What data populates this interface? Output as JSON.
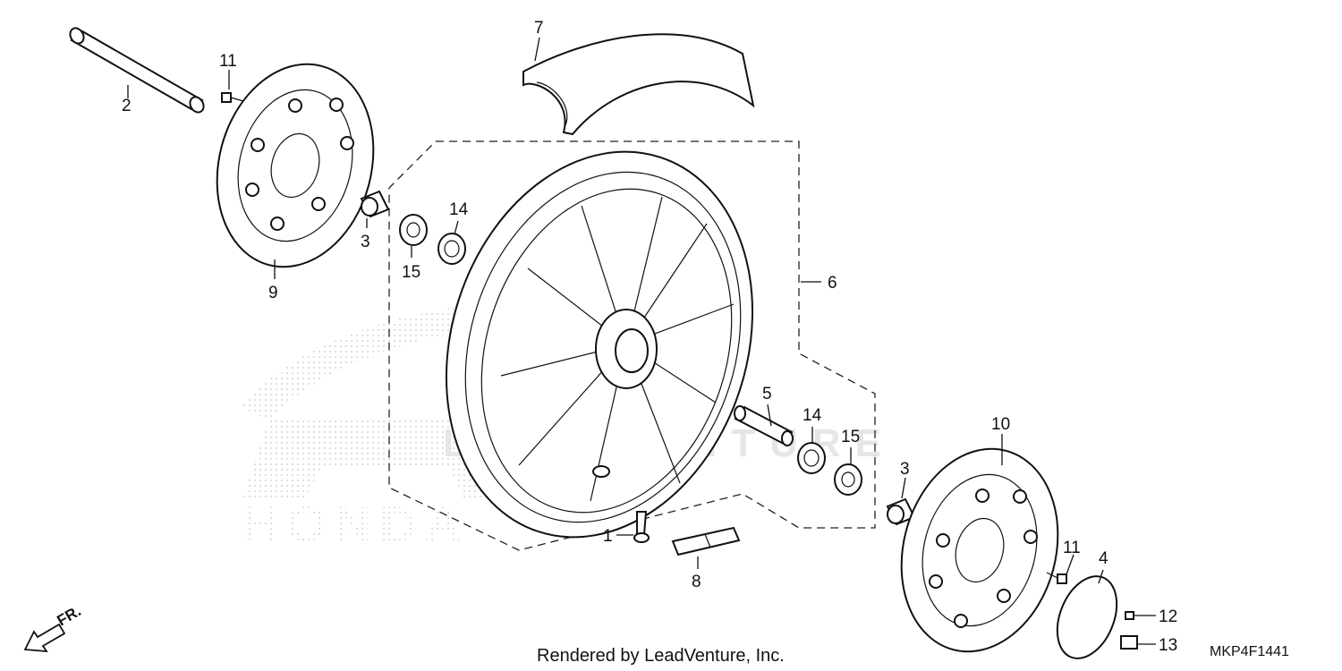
{
  "callouts": {
    "c1": "1",
    "c2": "2",
    "c3a": "3",
    "c3b": "3",
    "c4": "4",
    "c5": "5",
    "c6": "6",
    "c7": "7",
    "c8": "8",
    "c9": "9",
    "c10": "10",
    "c11a": "11",
    "c11b": "11",
    "c12": "12",
    "c13": "13",
    "c14a": "14",
    "c14b": "14",
    "c15a": "15",
    "c15b": "15"
  },
  "footer": {
    "rendered_by": "Rendered by LeadVenture, Inc.",
    "diagram_code": "MKP4F1441"
  },
  "direction": {
    "label": "FR."
  },
  "watermark": {
    "brand": "HONDA",
    "site": "LEADVENTURE"
  }
}
